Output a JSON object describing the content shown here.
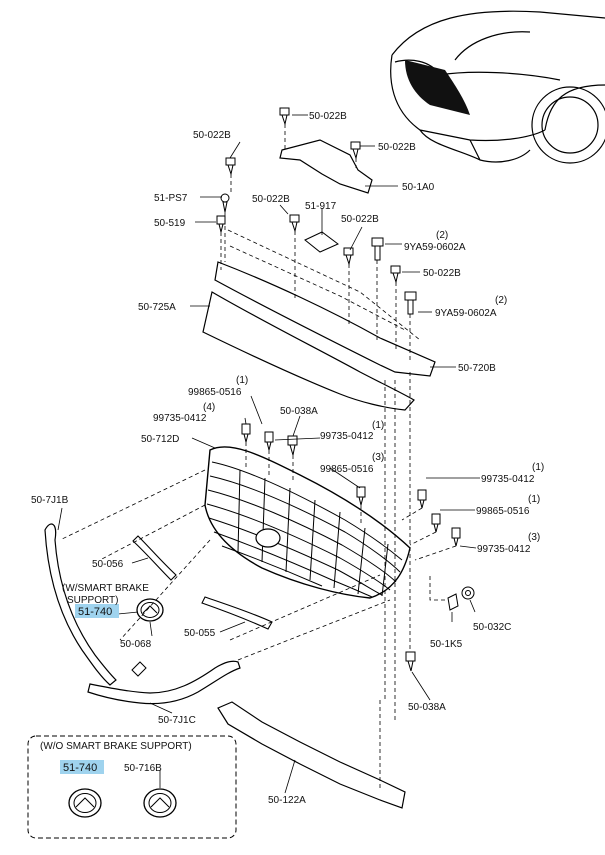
{
  "parts": [
    {
      "id": "p1",
      "text": "50-022B"
    },
    {
      "id": "p2",
      "text": "50-022B"
    },
    {
      "id": "p3",
      "text": "50-022B"
    },
    {
      "id": "p4",
      "text": "50-1A0"
    },
    {
      "id": "p5",
      "text": "51-PS7"
    },
    {
      "id": "p6",
      "text": "50-022B"
    },
    {
      "id": "p7",
      "text": "51-917"
    },
    {
      "id": "p8",
      "text": "50-022B"
    },
    {
      "id": "p9",
      "text": "50-519"
    },
    {
      "id": "p10q",
      "text": "(2)"
    },
    {
      "id": "p10",
      "text": "9YA59-0602A"
    },
    {
      "id": "p11",
      "text": "50-022B"
    },
    {
      "id": "p12q",
      "text": "(2)"
    },
    {
      "id": "p12",
      "text": "9YA59-0602A"
    },
    {
      "id": "p13",
      "text": "50-725A"
    },
    {
      "id": "p14",
      "text": "50-720B"
    },
    {
      "id": "p15q",
      "text": "(1)"
    },
    {
      "id": "p15",
      "text": "99865-0516"
    },
    {
      "id": "p16q",
      "text": "(4)"
    },
    {
      "id": "p16",
      "text": "99735-0412"
    },
    {
      "id": "p17",
      "text": "50-038A"
    },
    {
      "id": "p18q",
      "text": "(1)"
    },
    {
      "id": "p18",
      "text": "99735-0412"
    },
    {
      "id": "p19",
      "text": "50-712D"
    },
    {
      "id": "p20q",
      "text": "(3)"
    },
    {
      "id": "p20",
      "text": "99865-0516"
    },
    {
      "id": "p21q",
      "text": "(1)"
    },
    {
      "id": "p21",
      "text": "99735-0412"
    },
    {
      "id": "p22",
      "text": "50-7J1B"
    },
    {
      "id": "p23q",
      "text": "(1)"
    },
    {
      "id": "p23",
      "text": "99865-0516"
    },
    {
      "id": "p24q",
      "text": "(3)"
    },
    {
      "id": "p24",
      "text": "99735-0412"
    },
    {
      "id": "p25",
      "text": "50-056"
    },
    {
      "id": "p26a",
      "text": "(W/SMART BRAKE"
    },
    {
      "id": "p26b",
      "text": "SUPPORT)"
    },
    {
      "id": "p27",
      "text": "51-740"
    },
    {
      "id": "p28",
      "text": "50-068"
    },
    {
      "id": "p29",
      "text": "50-055"
    },
    {
      "id": "p30",
      "text": "50-1K5"
    },
    {
      "id": "p31",
      "text": "50-032C"
    },
    {
      "id": "p32",
      "text": "50-038A"
    },
    {
      "id": "p33",
      "text": "50-7J1C"
    },
    {
      "id": "p34",
      "text": "(W/O SMART BRAKE SUPPORT)"
    },
    {
      "id": "p35",
      "text": "51-740"
    },
    {
      "id": "p36",
      "text": "50-716B"
    },
    {
      "id": "p37",
      "text": "50-122A"
    }
  ],
  "colors": {
    "highlight": "#9fd3ee",
    "line": "#000000"
  }
}
